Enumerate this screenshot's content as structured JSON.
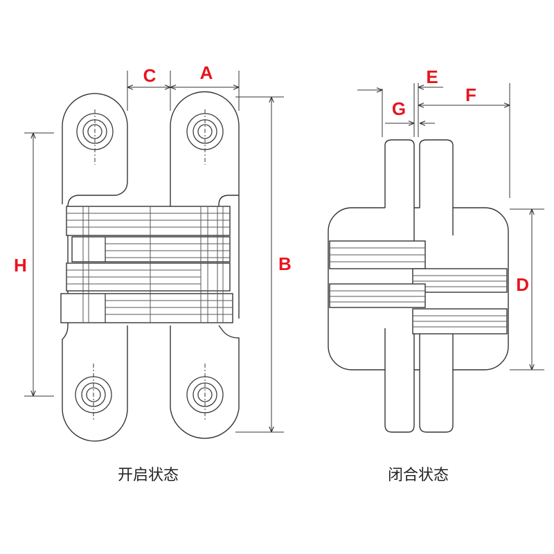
{
  "colors": {
    "dimension_label": "#e8141e",
    "outline": "#333333",
    "background": "#ffffff"
  },
  "open_view": {
    "caption": "开启状态",
    "labels": {
      "a": "A",
      "b": "B",
      "c": "C",
      "h": "H"
    }
  },
  "closed_view": {
    "caption": "闭合状态",
    "labels": {
      "d": "D",
      "e": "E",
      "f": "F",
      "g": "G"
    }
  }
}
